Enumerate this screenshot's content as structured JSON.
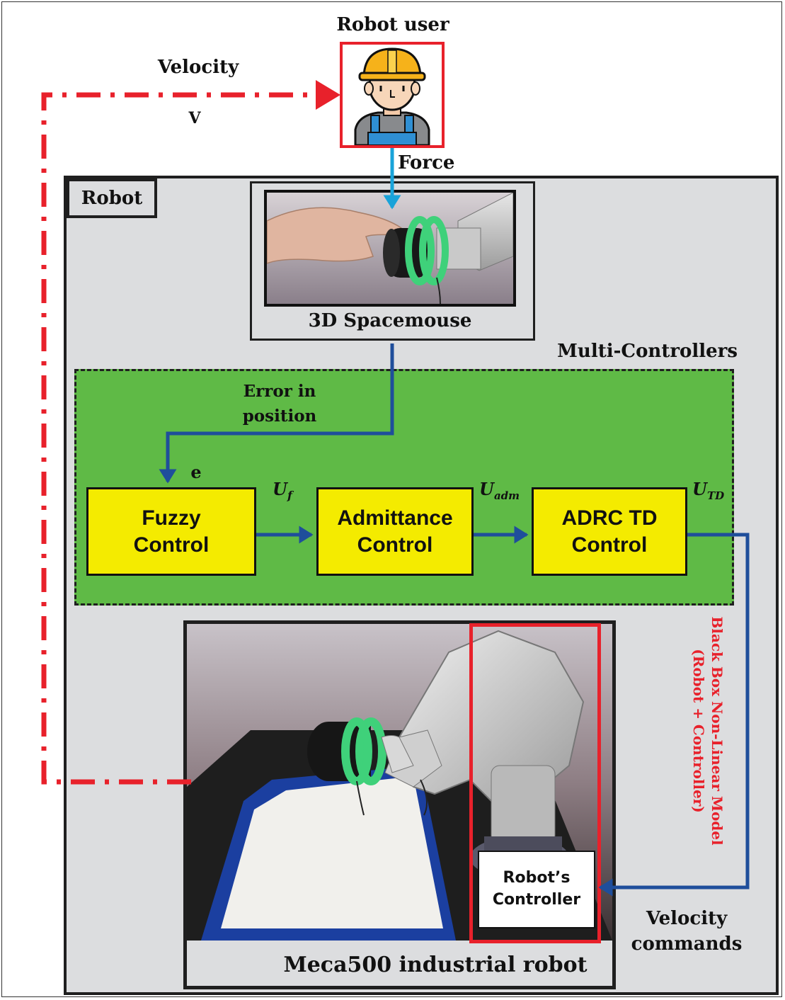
{
  "diagram": {
    "robot_user_title": "Robot user",
    "velocity_label": "Velocity",
    "v_label": "V",
    "force_label": "Force",
    "robot_label": "Robot",
    "spacemouse_caption": "3D Spacemouse",
    "multi_controllers_label": "Multi-Controllers",
    "error_label_line1": "Error in",
    "error_label_line2": "position",
    "e_label": "e",
    "fuzzy_line1": "Fuzzy",
    "fuzzy_line2": "Control",
    "admittance_line1": "Admittance",
    "admittance_line2": "Control",
    "adrc_line1": "ADRC TD",
    "adrc_line2": "Control",
    "uf_base": "U",
    "uf_sub": "f",
    "uadm_base": "U",
    "uadm_sub": "adm",
    "utd_base": "U",
    "utd_sub": "TD",
    "black_box_line1": "Black Box Non-Linear Model",
    "black_box_line2": "(Robot + Controller)",
    "robot_controller_line1": "Robot’s",
    "robot_controller_line2": "Controller",
    "velocity_commands_line1": "Velocity",
    "velocity_commands_line2": "commands",
    "meca_caption": "Meca500 industrial robot"
  },
  "colors": {
    "feedback_dash": "#e8212b",
    "force_arrow": "#19a3d9",
    "signal_arrow": "#1f4e9b",
    "controller_fill": "#f4eb00",
    "multi_controller_fill": "#5fba46",
    "robot_fill": "#dcdddf"
  },
  "icons": {
    "user": "worker-with-helmet-icon"
  }
}
